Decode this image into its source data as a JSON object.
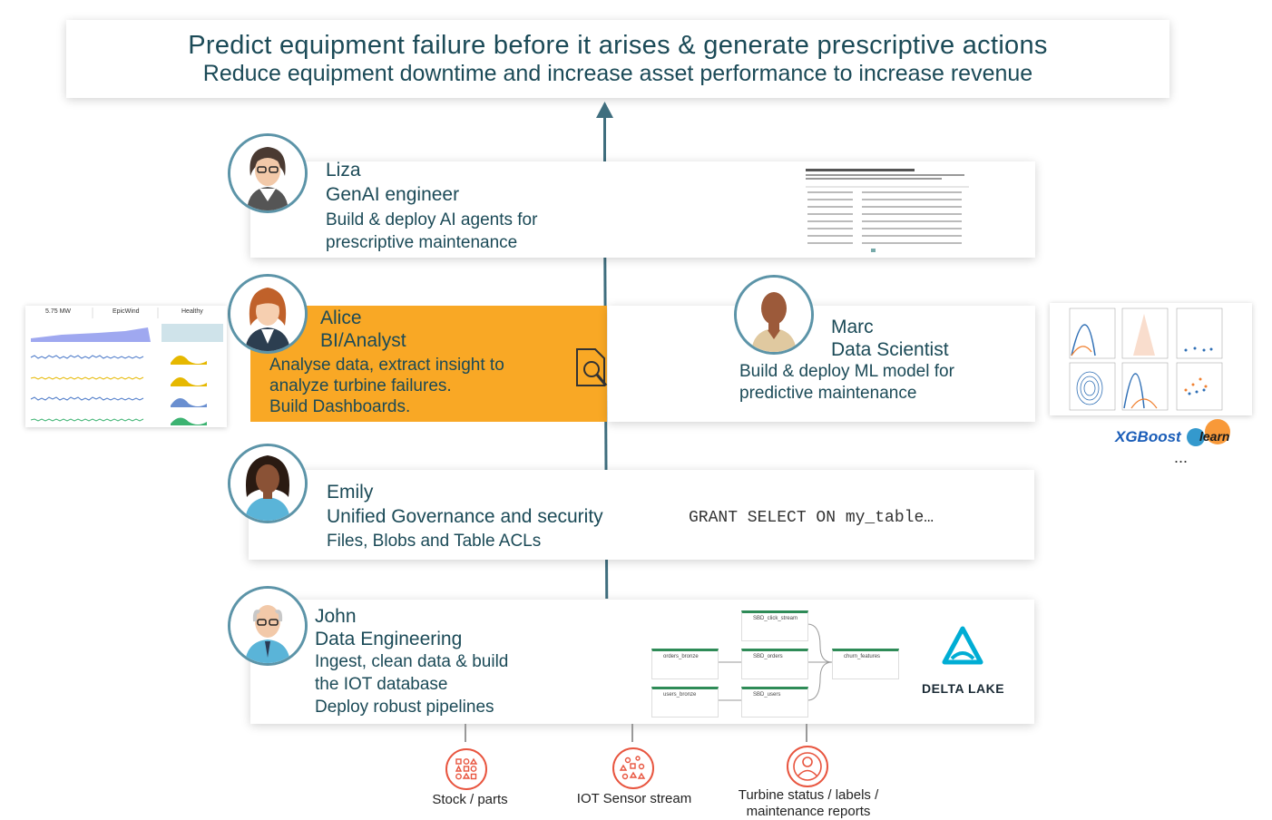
{
  "header": {
    "line1": "Predict equipment failure before it arises  & generate prescriptive actions",
    "line2": "Reduce equipment downtime and increase asset performance to increase revenue"
  },
  "personas": {
    "liza": {
      "name": "Liza",
      "role": "GenAI engineer",
      "desc1": "Build & deploy AI agents for",
      "desc2": "prescriptive maintenance"
    },
    "alice": {
      "name": "Alice",
      "role": "BI/Analyst",
      "desc1": "Analyse data, extract insight to",
      "desc2": "analyze turbine failures.",
      "desc3": "Build Dashboards."
    },
    "marc": {
      "name": "Marc",
      "role": "Data Scientist",
      "desc1": "Build & deploy ML model for",
      "desc2": "predictive maintenance"
    },
    "emily": {
      "name": "Emily",
      "role": "Unified Governance and security",
      "desc1": "Files, Blobs and Table ACLs",
      "code": "GRANT SELECT ON my_table…"
    },
    "john": {
      "name": "John",
      "role": "Data Engineering",
      "desc1": "Ingest, clean data & build",
      "desc2": "the IOT database",
      "desc3": "Deploy robust pipelines"
    }
  },
  "dashboard": {
    "kpi1": "5.75 MW",
    "kpi2": "EpicWind",
    "kpi3": "Healthy"
  },
  "ml_libs": {
    "xgboost": "XGBoost",
    "sklearn": "learn",
    "more": "..."
  },
  "pipeline": {
    "nodes": [
      "SBD_click_stream",
      "orders_bronze",
      "SBD_orders",
      "churn_features",
      "users_bronze",
      "SBD_users"
    ]
  },
  "delta": {
    "label": "DELTA LAKE"
  },
  "sources": [
    {
      "label": "Stock / parts"
    },
    {
      "label": "IOT Sensor stream"
    },
    {
      "label": "Turbine status / labels /",
      "label2": "maintenance reports"
    }
  ],
  "colors": {
    "primary": "#1b4a57",
    "accent": "#f9a825",
    "source": "#e8553f",
    "line": "#3f6e7e"
  }
}
